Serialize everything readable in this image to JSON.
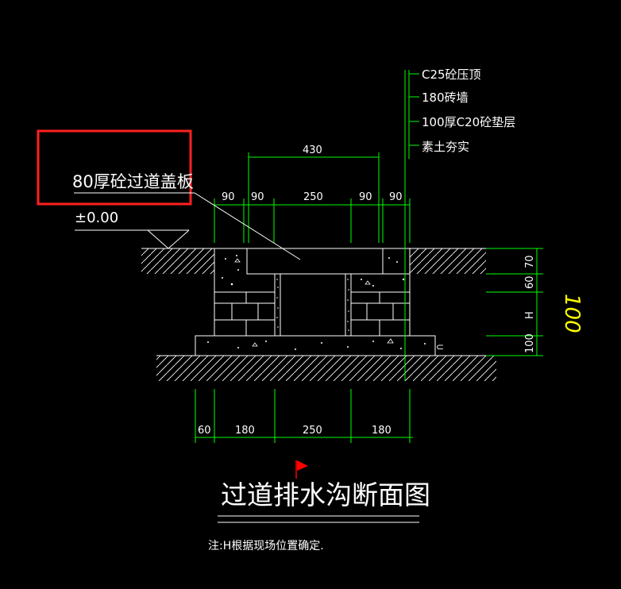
{
  "colors": {
    "background": "#000000",
    "outline": "#ffffff",
    "dimension": "#00ff00",
    "highlight_box": "#ff2020",
    "handwriting": "#ffff00",
    "flag": "#ff0000"
  },
  "layers": {
    "roof": "C25砼压顶",
    "wall": "180砖墙",
    "cushion": "100厚C20砼垫层",
    "soil": "素土夯实"
  },
  "cover_label": "80厚砼过道盖板",
  "elevation": "±0.00",
  "top_dims": {
    "overall": "430",
    "segments": [
      "90",
      "90",
      "250",
      "90",
      "90"
    ]
  },
  "bottom_dims": {
    "segments": [
      "60",
      "180",
      "250",
      "180"
    ]
  },
  "right_dims": [
    "70",
    "60",
    "H",
    "100"
  ],
  "handwritten_note": "100",
  "title": "过道排水沟断面图",
  "note": "注:H根据现场位置确定."
}
